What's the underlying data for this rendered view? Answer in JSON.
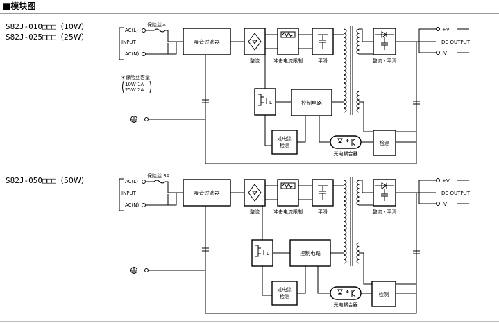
{
  "heading": "■模块图",
  "top": {
    "model_lines": [
      {
        "code": "S82J-010□□□",
        "power": "（10W）"
      },
      {
        "code": "S82J-025□□□",
        "power": "（25W）"
      }
    ],
    "fuse_label": "保险丝＊",
    "fuse_note": {
      "title": "＊保险丝容量",
      "rows": [
        "10W  1A",
        "25W  2A"
      ]
    }
  },
  "bottom": {
    "model_lines": [
      {
        "code": "S82J-050□□□",
        "power": "（50W）"
      }
    ],
    "fuse_label": "保险丝 3A"
  },
  "labels": {
    "ac_l": "AC(L)",
    "ac_n": "AC(N)",
    "input": "INPUT",
    "noise_filter": "噪音过滤器",
    "rectifier": "整流",
    "inrush_limit": "冲击电流限制",
    "smoothing": "平滑",
    "rect_smooth": "整流・平滑",
    "control_circuit": "控制电路",
    "overcurrent_1": "过电流",
    "overcurrent_2": "检测",
    "photocoupler": "光电耦合器",
    "detection": "检测",
    "plus_v": "+V",
    "minus_v": "-V",
    "dc_output": "DC OUTPUT",
    "l": "L"
  },
  "icons": [
    "ground-icon",
    "diode-bridge-icon",
    "resistor-icon",
    "capacitor-icon",
    "transformer-icon",
    "diode-icon",
    "photocoupler-icon",
    "switch-icon",
    "fuse-icon"
  ]
}
